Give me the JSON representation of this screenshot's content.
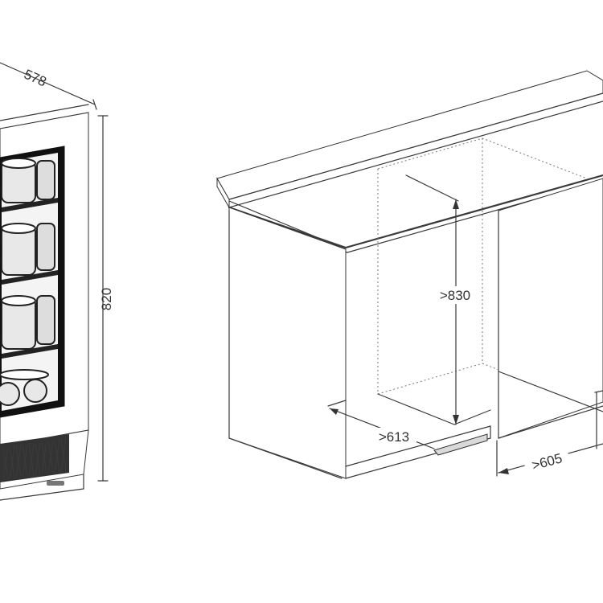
{
  "diagram": {
    "fridge": {
      "depth_label": "578",
      "height_label": "820"
    },
    "cabinet": {
      "height_label": ">830",
      "depth_label": ">613",
      "width_label": ">605"
    }
  }
}
